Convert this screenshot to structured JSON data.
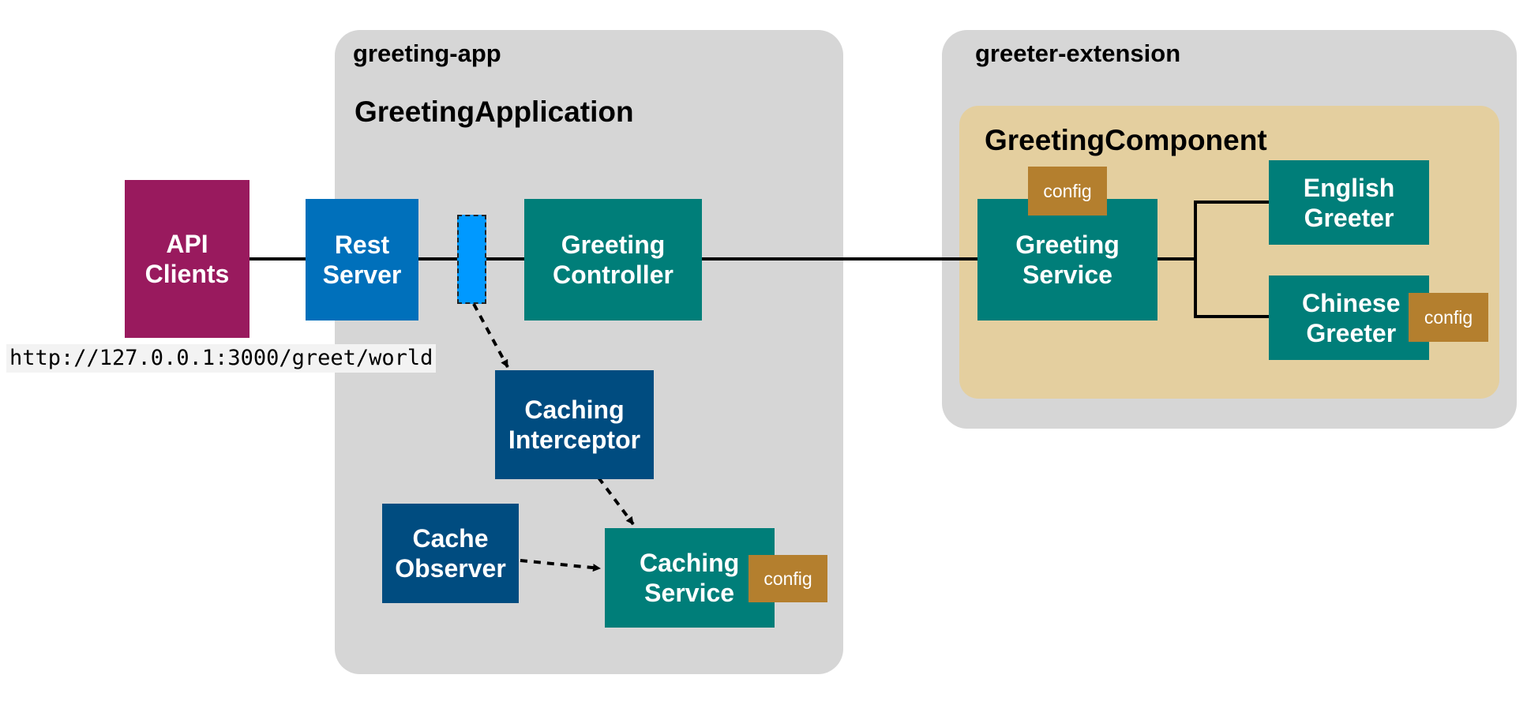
{
  "containers": {
    "greeting_app": "greeting-app",
    "greeter_extension": "greeter-extension"
  },
  "sections": {
    "greeting_application": "GreetingApplication",
    "greeting_component": "GreetingComponent"
  },
  "nodes": {
    "api_clients": [
      "API",
      "Clients"
    ],
    "rest_server": [
      "Rest",
      "Server"
    ],
    "greeting_controller": [
      "Greeting",
      "Controller"
    ],
    "caching_interceptor": [
      "Caching",
      "Interceptor"
    ],
    "cache_observer": [
      "Cache",
      "Observer"
    ],
    "caching_service": [
      "Caching",
      "Service"
    ],
    "greeting_service": [
      "Greeting",
      "Service"
    ],
    "english_greeter": [
      "English",
      "Greeter"
    ],
    "chinese_greeter": [
      "Chinese",
      "Greeter"
    ]
  },
  "config_label": "config",
  "url": "http://127.0.0.1:3000/greet/world",
  "colors": {
    "container": "#d6d6d6",
    "component_panel": "#e4cf9f",
    "teal": "#007e79",
    "navy": "#004c80",
    "blue": "#0070bb",
    "magenta": "#991a5e",
    "config": "#b47f2e",
    "interceptor_marker": "#0099ff"
  }
}
